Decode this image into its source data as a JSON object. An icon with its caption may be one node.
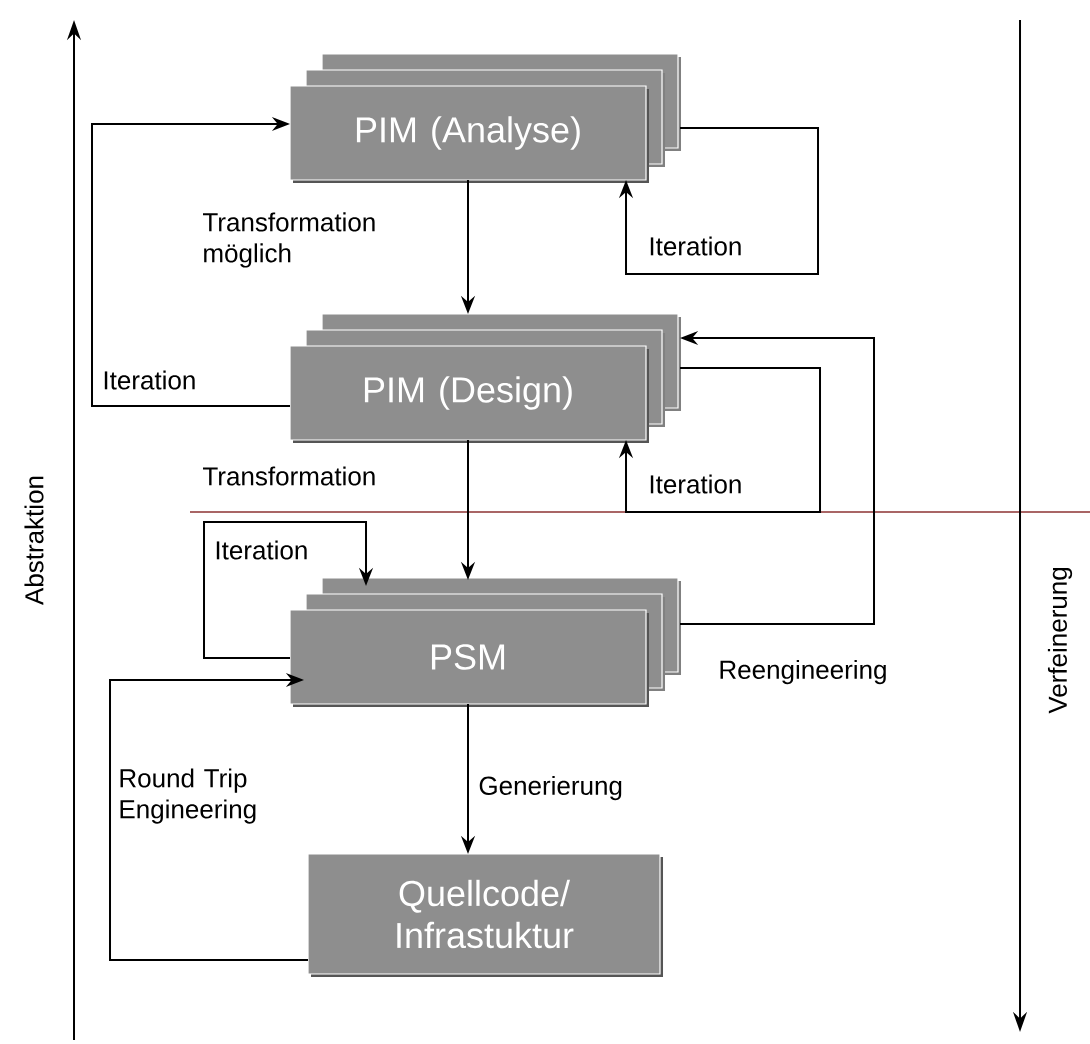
{
  "diagram": {
    "nodes": [
      {
        "text": [
          "PIM (Analyse)"
        ]
      },
      {
        "text": [
          "PIM (Design)"
        ]
      },
      {
        "text": [
          "PSM"
        ]
      },
      {
        "text": [
          "Quellcode/ Infrastuktur"
        ]
      }
    ],
    "edges": [
      {
        "from": 0,
        "to": 1,
        "arrow": "to",
        "label": "Transformation möglich"
      },
      {
        "from": 0,
        "to": 0,
        "arrow": "to",
        "label": "Iteration"
      },
      {
        "from": 1,
        "to": 0,
        "arrow": "to",
        "label": "Iteration"
      },
      {
        "from": 1,
        "to": 1,
        "arrow": "to",
        "label": "Iteration"
      },
      {
        "from": 1,
        "to": 2,
        "arrow": "to",
        "label": "Transformation"
      },
      {
        "from": 2,
        "to": 2,
        "arrow": "to",
        "label": "Iteration"
      },
      {
        "from": 2,
        "to": 1,
        "arrow": "to",
        "label": "Reengineering"
      },
      {
        "from": 2,
        "to": 3,
        "arrow": "to",
        "label": "Generierung"
      },
      {
        "from": 3,
        "to": 2,
        "arrow": "to",
        "label": "Round Trip Engineering"
      }
    ],
    "labels": [
      "Abstraktion",
      "Verfeinerung"
    ]
  }
}
